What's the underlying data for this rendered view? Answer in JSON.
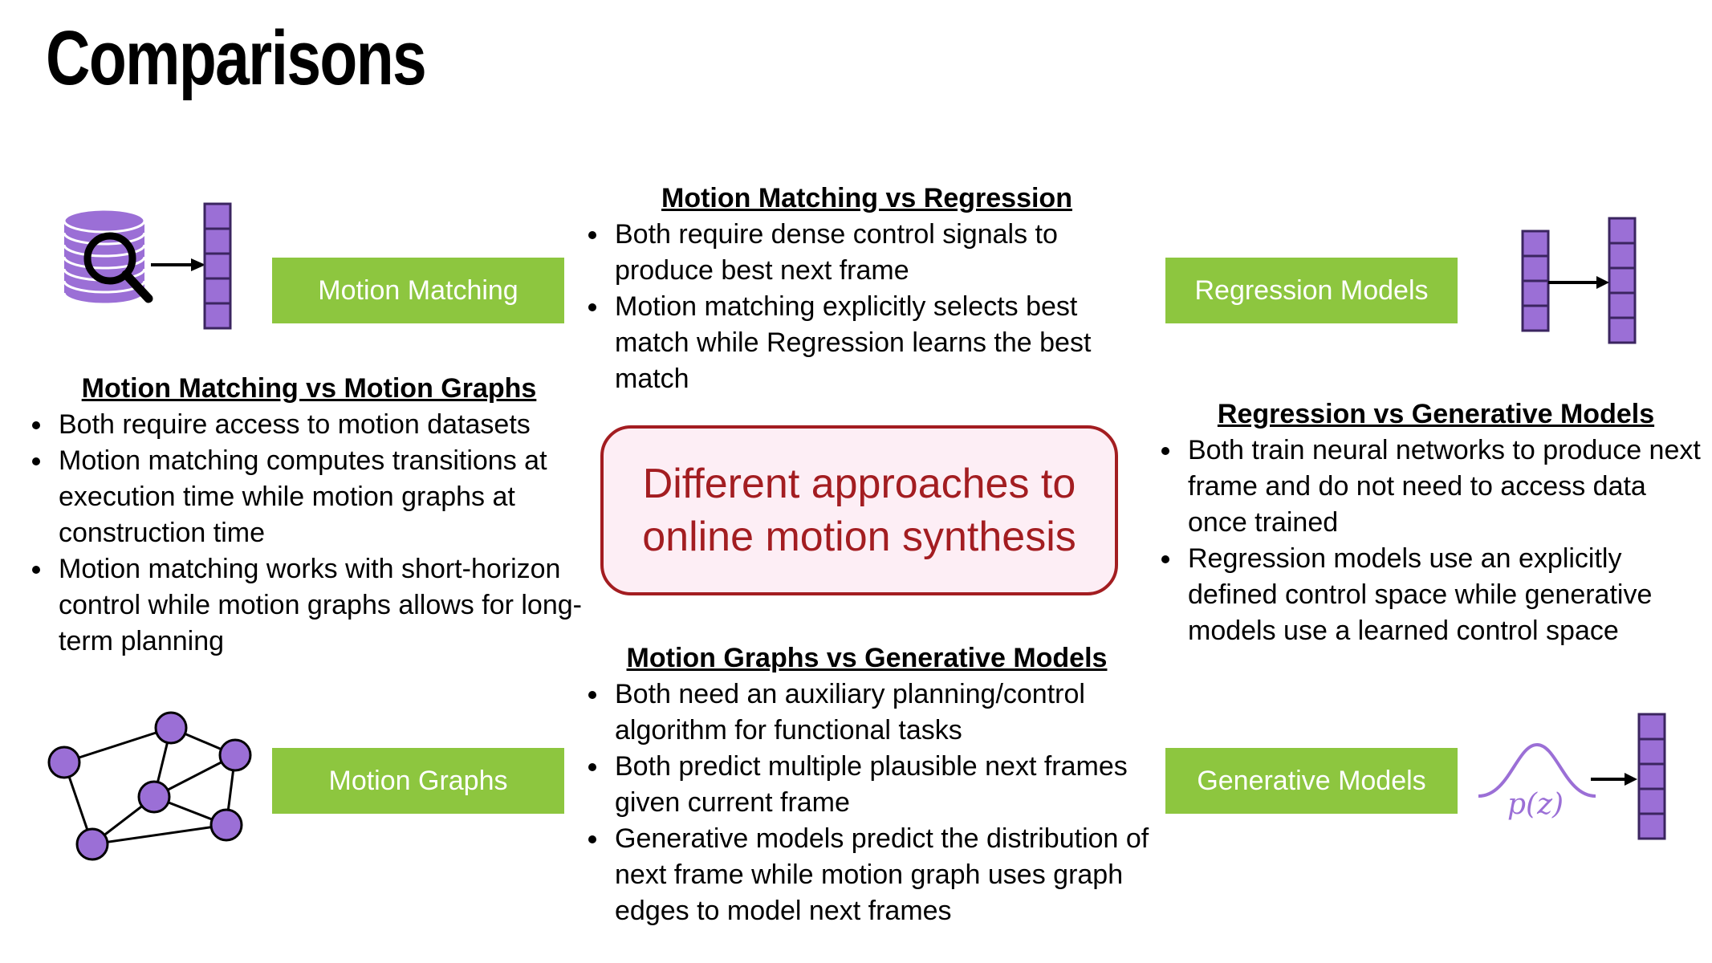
{
  "title": "Comparisons",
  "center_text": "Different approaches to online motion synthesis",
  "methods": {
    "motion_matching": "Motion Matching",
    "regression_models": "Regression Models",
    "motion_graphs": "Motion Graphs",
    "generative_models": "Generative Models"
  },
  "comparisons": {
    "mm_vs_regression": {
      "heading": "Motion Matching vs Regression",
      "bullets": [
        "Both require dense control signals to produce best next frame",
        "Motion matching  explicitly selects best match while Regression learns the best match"
      ]
    },
    "mm_vs_graphs": {
      "heading": "Motion Matching vs Motion Graphs",
      "bullets": [
        "Both require access to motion datasets",
        "Motion matching computes transitions at execution time while motion graphs at construction time",
        "Motion matching works with short-horizon control while motion graphs allows for long-term planning"
      ]
    },
    "regression_vs_generative": {
      "heading": "Regression vs Generative Models",
      "bullets": [
        "Both train neural networks to produce next frame and do not need to access data once trained",
        "Regression models use an explicitly defined control space while generative models use a learned control space"
      ]
    },
    "graphs_vs_generative": {
      "heading": "Motion Graphs vs Generative Models",
      "bullets": [
        "Both need an auxiliary planning/control algorithm for functional tasks",
        "Both predict multiple plausible next frames given current frame",
        "Generative models predict the distribution of next frame while motion graph uses graph edges to model next frames"
      ]
    }
  },
  "icons": {
    "database_search": "database-search-icon",
    "vector": "feature-vector-icon",
    "graph": "graph-icon",
    "distribution": "gaussian-distribution-icon",
    "distribution_label": "p(z)"
  },
  "colors": {
    "green": "#8dc63f",
    "purple": "#9b6fd6",
    "center_border": "#a31d21",
    "center_fill": "#fdeef5"
  }
}
